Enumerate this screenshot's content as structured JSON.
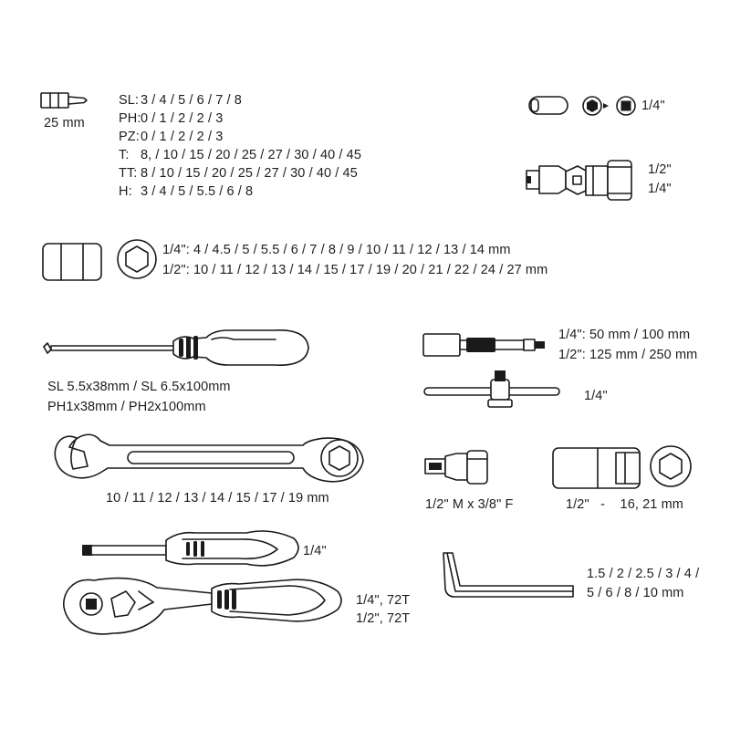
{
  "bits": {
    "length": "25 mm",
    "rows": [
      {
        "label": "SL:",
        "sizes": "3 / 4 / 5 / 6 / 7 / 8"
      },
      {
        "label": "PH:",
        "sizes": "0 / 1 / 2 / 2 / 3"
      },
      {
        "label": "PZ:",
        "sizes": "0 / 1 / 2 / 2 / 3"
      },
      {
        "label": "T:",
        "sizes": "8, / 10 / 15 / 20 / 25 / 27 / 30 / 40 / 45"
      },
      {
        "label": "TT:",
        "sizes": "8 / 10 / 15 / 20 / 25 / 27 / 30 / 40 / 45"
      },
      {
        "label": "H:",
        "sizes": "3 / 4 / 5 / 5.5 / 6 / 8"
      }
    ]
  },
  "bit_adapter": {
    "size": "1/4\""
  },
  "universal_joint": {
    "size_a": "1/2\"",
    "size_b": "1/4\""
  },
  "sockets": {
    "quarter": "1/4\":  4 / 4.5 / 5 / 5.5 / 6 / 7 / 8 / 9 / 10 / 11 / 12 / 13 / 14 mm",
    "half": "1/2\":  10 / 11 / 12 / 13 / 14 / 15 / 17 / 19 / 20 / 21 / 22 / 24 / 27 mm"
  },
  "screwdrivers": {
    "line1": "SL 5.5x38mm / SL 6.5x100mm",
    "line2": "PH1x38mm / PH2x100mm"
  },
  "extensions": {
    "line1": "1/4\": 50 mm / 100 mm",
    "line2": "1/2\": 125 mm / 250 mm"
  },
  "t_bar": {
    "size": "1/4\""
  },
  "wrenches": {
    "sizes": "10 / 11 / 12 / 13 / 14 / 15 / 17 / 19 mm"
  },
  "adapter": {
    "label": "1/2\" M x 3/8\" F"
  },
  "deep_sockets": {
    "label": "1/2\"   -    16, 21 mm"
  },
  "spinner": {
    "size": "1/4\""
  },
  "hex_keys": {
    "line1": "1.5 / 2 / 2.5 / 3 / 4 /",
    "line2": "5 / 6 / 8 / 10 mm"
  },
  "ratchet": {
    "line1": "1/4\", 72T",
    "line2": "1/2\", 72T"
  }
}
